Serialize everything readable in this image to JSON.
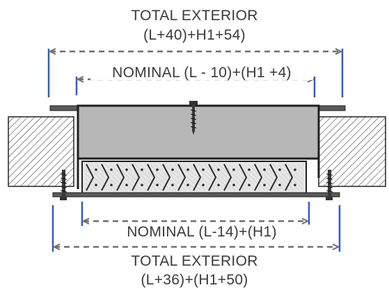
{
  "labels": {
    "total_exterior_top_title": "TOTAL EXTERIOR",
    "total_exterior_top_formula": "(L+40)+H1+54)",
    "nominal_top": "NOMINAL (L - 10)+(H1 +4)",
    "nominal_bottom": "NOMINAL (L-14)+(H1)",
    "total_exterior_bottom_title": "TOTAL EXTERIOR",
    "total_exterior_bottom_formula": "(L+36)+(H1+50)"
  },
  "colors": {
    "text": "#3a3a3a",
    "dimension_line": "#6e6e6e",
    "extension_line": "#2f5bd3",
    "frame": "#2a2a2a",
    "housing_fill": "#b7b7b7",
    "grille_fill": "#e6e6e6",
    "wood_hatch": "#333333"
  }
}
